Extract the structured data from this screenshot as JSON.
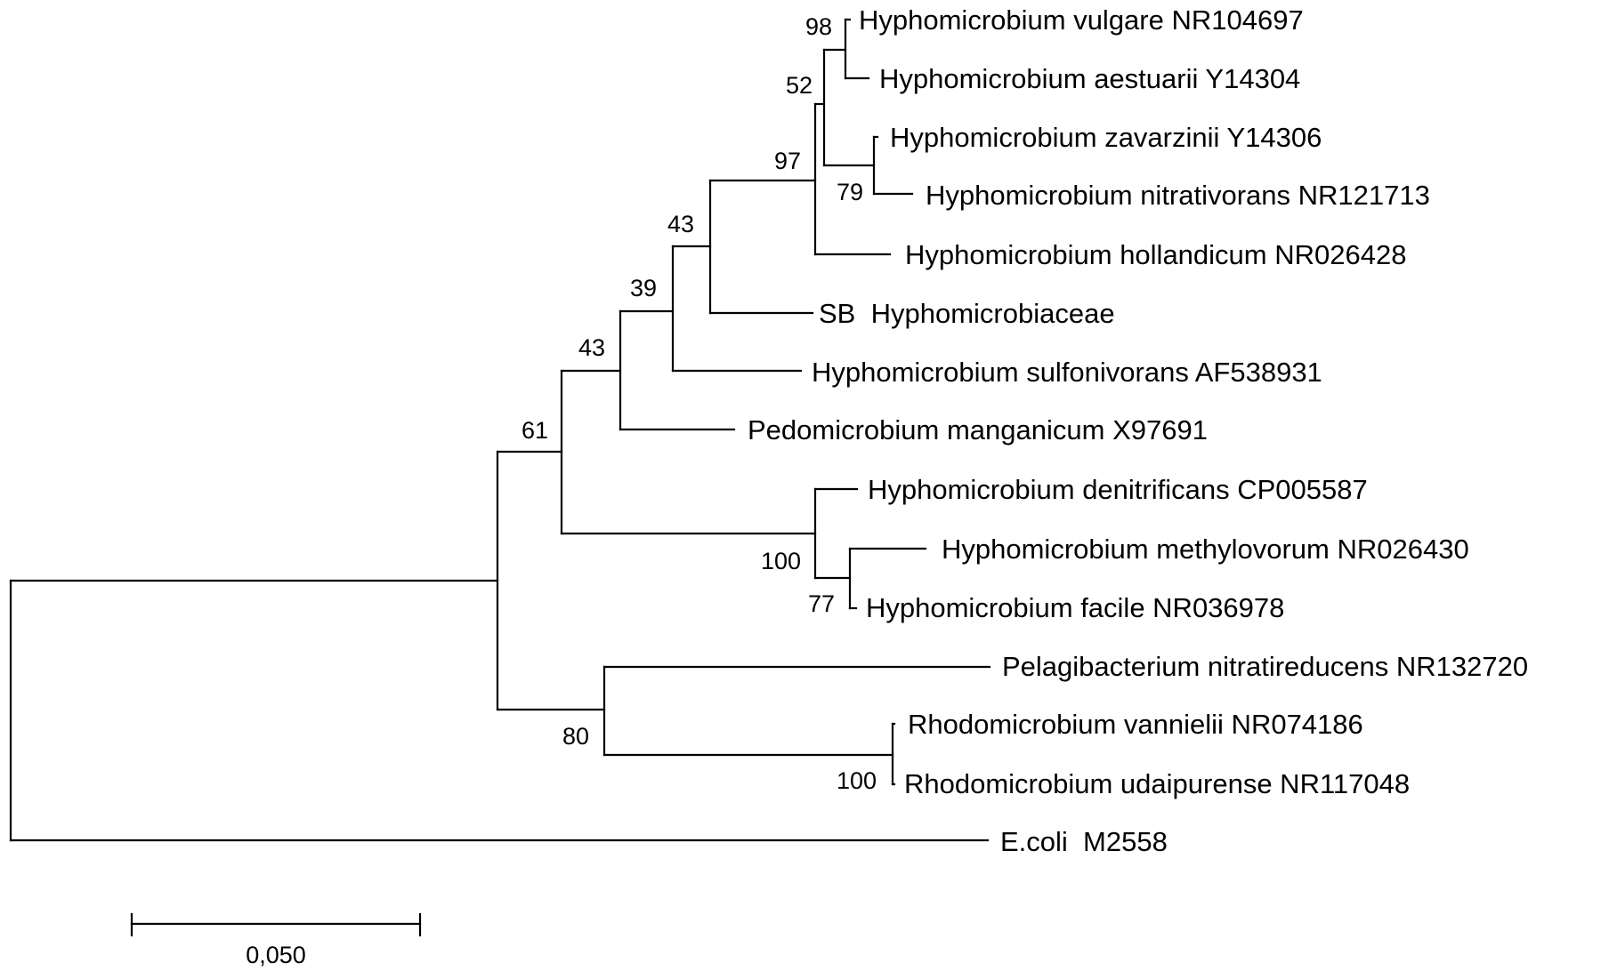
{
  "tree": {
    "taxa": [
      {
        "id": "t1",
        "label": "Hyphomicrobium vulgare NR104697"
      },
      {
        "id": "t2",
        "label": "Hyphomicrobium aestuarii Y14304"
      },
      {
        "id": "t3",
        "label": "Hyphomicrobium zavarzinii Y14306"
      },
      {
        "id": "t4",
        "label": "Hyphomicrobium nitrativorans NR121713"
      },
      {
        "id": "t5",
        "label": "Hyphomicrobium hollandicum NR026428"
      },
      {
        "id": "t6",
        "label": "SB  Hyphomicrobiaceae"
      },
      {
        "id": "t7",
        "label": "Hyphomicrobium sulfonivorans AF538931"
      },
      {
        "id": "t8",
        "label": "Pedomicrobium manganicum X97691"
      },
      {
        "id": "t9",
        "label": "Hyphomicrobium denitrificans CP005587"
      },
      {
        "id": "t10",
        "label": "Hyphomicrobium methylovorum NR026430"
      },
      {
        "id": "t11",
        "label": "Hyphomicrobium facile NR036978"
      },
      {
        "id": "t12",
        "label": "Pelagibacterium nitratireducens NR132720"
      },
      {
        "id": "t13",
        "label": "Rhodomicrobium vannielii NR074186"
      },
      {
        "id": "t14",
        "label": "Rhodomicrobium udaipurense NR117048"
      },
      {
        "id": "t15",
        "label": "E.coli  M2558"
      }
    ],
    "support_values": [
      {
        "node": "vulgare-aestuarii",
        "value": "98"
      },
      {
        "node": "vulgare-nitrativorans",
        "value": "52"
      },
      {
        "node": "zavarzinii-nitrativorans",
        "value": "79"
      },
      {
        "node": "hyphomicrobium-core",
        "value": "97"
      },
      {
        "node": "core-sb",
        "value": "43"
      },
      {
        "node": "core-sulfonivorans",
        "value": "39"
      },
      {
        "node": "core-pedomicrobium",
        "value": "43"
      },
      {
        "node": "ingroup-main",
        "value": "61"
      },
      {
        "node": "denitrificans-clade",
        "value": "100"
      },
      {
        "node": "methylovorum-facile",
        "value": "77"
      },
      {
        "node": "pelagibacterium-rhodomicrobium",
        "value": "80"
      },
      {
        "node": "rhodomicrobium",
        "value": "100"
      }
    ],
    "scale_bar": {
      "label": "0,050",
      "length": 0.05
    }
  }
}
